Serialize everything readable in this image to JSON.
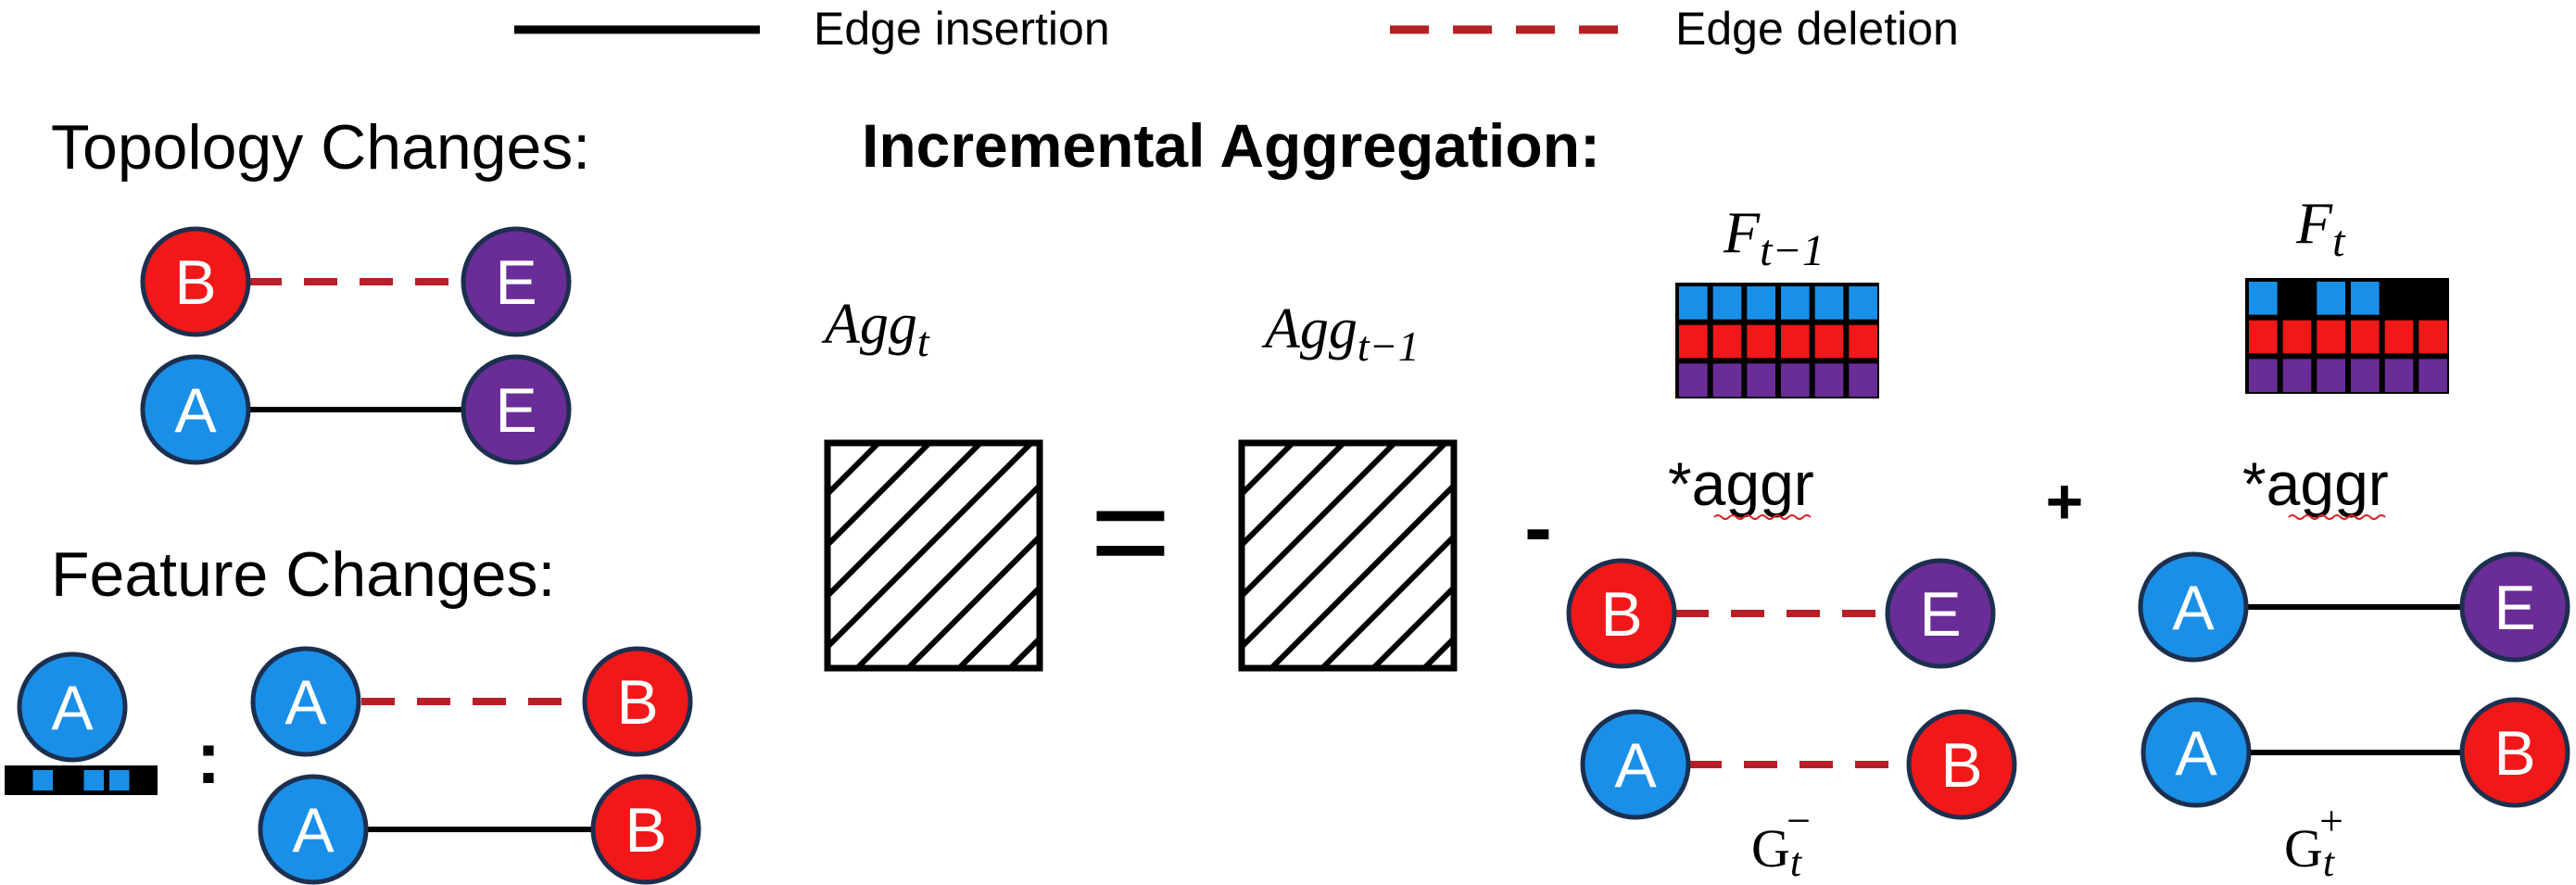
{
  "colors": {
    "blue": "#1a8fe8",
    "red": "#f01818",
    "purple": "#6a2c96",
    "outline": "#1c2f4f",
    "dashed_edge": "#b81f27",
    "solid_edge": "#000000",
    "black": "#000000",
    "squiggle": "#e02020"
  },
  "legend": {
    "insertion_label": "Edge insertion",
    "deletion_label": "Edge deletion"
  },
  "headings": {
    "topology": "Topology Changes:",
    "feature": "Feature Changes:",
    "incremental": "Incremental Aggregation:"
  },
  "nodes": {
    "a": "A",
    "b": "B",
    "e": "E"
  },
  "equation": {
    "agg_base": "Agg",
    "agg_sub": "t",
    "agg_prev_sub": "t−1",
    "equals": "=",
    "minus": "-",
    "plus": "+",
    "colon": ":"
  },
  "features": {
    "f_base": "F",
    "f_prev_sub": "t−1",
    "f_curr_sub": "t",
    "aggr_label": "*aggr",
    "prev_rows": [
      [
        "blue",
        "blue",
        "blue",
        "blue",
        "blue",
        "blue"
      ],
      [
        "red",
        "red",
        "red",
        "red",
        "red",
        "red"
      ],
      [
        "purple",
        "purple",
        "purple",
        "purple",
        "purple",
        "purple"
      ]
    ],
    "curr_rows": [
      [
        "blue",
        "black",
        "blue",
        "blue",
        "black",
        "black"
      ],
      [
        "red",
        "red",
        "red",
        "red",
        "red",
        "red"
      ],
      [
        "purple",
        "purple",
        "purple",
        "purple",
        "purple",
        "purple"
      ]
    ],
    "a_feature_row": [
      "black",
      "blue",
      "black",
      "blue",
      "blue",
      "black"
    ]
  },
  "graphs": {
    "g_base": "G",
    "g_sub": "t",
    "g_minus_sup": "−",
    "g_plus_sup": "+"
  }
}
